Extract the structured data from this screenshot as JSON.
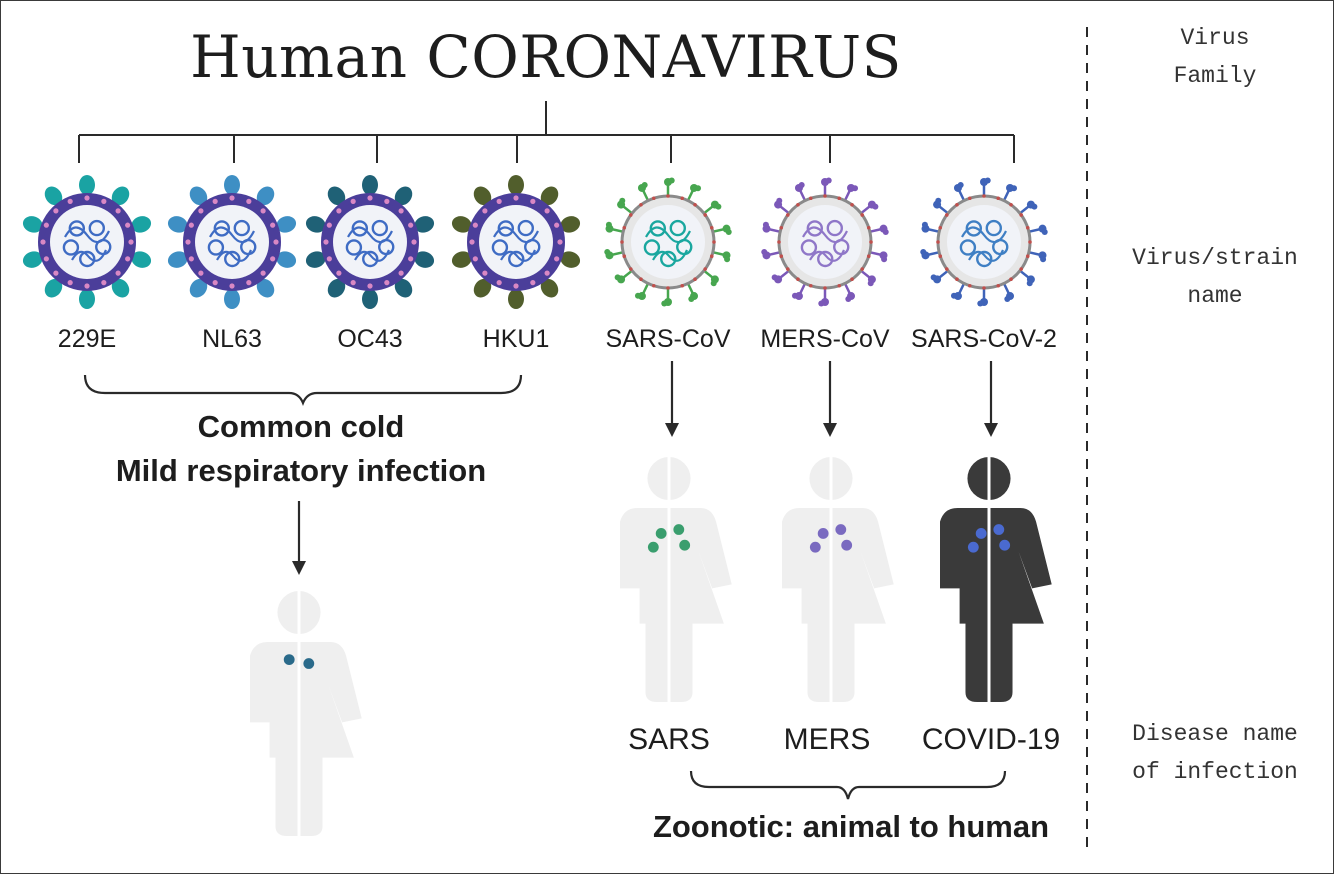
{
  "title": "Human CORONAVIRUS",
  "strains": [
    {
      "name": "229E",
      "spike_color": "#1aa3a3",
      "body_color": "#4b3e9a",
      "core_color": "#3f6cc4"
    },
    {
      "name": "NL63",
      "spike_color": "#3e8fc4",
      "body_color": "#4b3e9a",
      "core_color": "#3f6cc4"
    },
    {
      "name": "OC43",
      "spike_color": "#1f6176",
      "body_color": "#4b3e9a",
      "core_color": "#3f6cc4"
    },
    {
      "name": "HKU1",
      "spike_color": "#515e2c",
      "body_color": "#4b3e9a",
      "core_color": "#3f6cc4"
    },
    {
      "name": "SARS-CoV",
      "spike_color": "#47a64f",
      "body_color": "#8a8a8a",
      "core_color": "#1aa79f"
    },
    {
      "name": "MERS-CoV",
      "spike_color": "#7b58b8",
      "body_color": "#8a8a8a",
      "core_color": "#8f77c8"
    },
    {
      "name": "SARS-CoV-2",
      "spike_color": "#3f63b8",
      "body_color": "#8a8a8a",
      "core_color": "#3f7fc4"
    }
  ],
  "diseases": [
    {
      "name": "SARS",
      "dot_color": "#3a9e6e",
      "figure": "light"
    },
    {
      "name": "MERS",
      "dot_color": "#7a6ac0",
      "figure": "light"
    },
    {
      "name": "COVID-19",
      "dot_color": "#4a6ad0",
      "figure": "dark"
    }
  ],
  "mild_group": {
    "line1": "Common cold",
    "line2": "Mild respiratory infection",
    "dot_color": "#2a6a8a"
  },
  "zoonotic_group": {
    "label": "Zoonotic: animal to human"
  },
  "side_labels": {
    "family": "Virus\nFamily",
    "strain": "Virus/strain\nname",
    "disease": "Disease name\nof infection"
  },
  "colors": {
    "line": "#2a2a2a",
    "figure_light": "#efefef",
    "figure_dark": "#3a3a3a",
    "envelope_bg": "#f1f3f8",
    "pink_marker": "#d988c4"
  }
}
